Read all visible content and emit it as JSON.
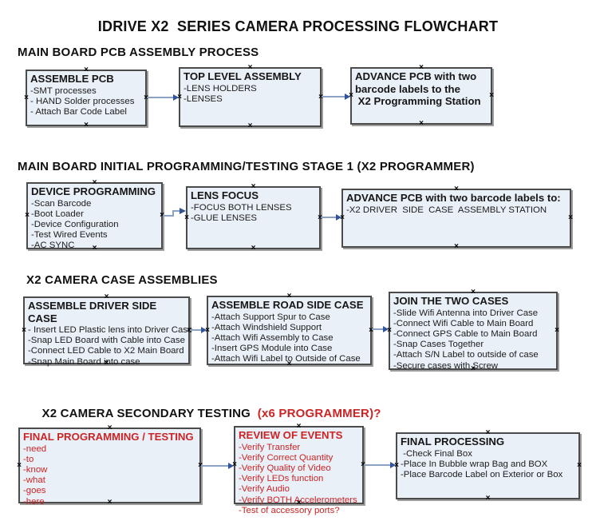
{
  "title": "IDRIVE X2  SERIES CAMERA PROCESSING FLOWCHART",
  "colors": {
    "box_fill": "#eaf0f8",
    "box_border": "#4b4b4b",
    "arrow_line": "#8ca2c4",
    "arrow_head": "#31549b",
    "red_text": "#cc2424",
    "black_text": "#111111"
  },
  "sections": [
    {
      "heading": "MAIN BOARD PCB ASSEMBLY PROCESS",
      "boxes": [
        {
          "title": "ASSEMBLE PCB",
          "items": [
            "-SMT processes",
            "- HAND Solder processes",
            "- Attach Bar Code Label"
          ]
        },
        {
          "title": "TOP LEVEL ASSEMBLY",
          "items": [
            "-LENS HOLDERS",
            "-LENSES"
          ]
        },
        {
          "title": "ADVANCE PCB with two\nbarcode labels to the\n X2 Programming Station",
          "items": []
        }
      ]
    },
    {
      "heading": "MAIN BOARD INITIAL PROGRAMMING/TESTING STAGE 1 (X2 PROGRAMMER)",
      "boxes": [
        {
          "title": "DEVICE PROGRAMMING",
          "items": [
            "-Scan Barcode",
            "-Boot Loader",
            "-Device Configuration",
            "-Test Wired Events",
            "-AC SYNC"
          ]
        },
        {
          "title": "LENS FOCUS",
          "items": [
            "-FOCUS BOTH LENSES",
            "-GLUE LENSES"
          ]
        },
        {
          "title": "ADVANCE PCB with two barcode labels to:",
          "items": [
            "-X2 DRIVER  SIDE  CASE  ASSEMBLY STATION"
          ]
        }
      ]
    },
    {
      "heading": "X2 CAMERA CASE ASSEMBLIES",
      "boxes": [
        {
          "title": "ASSEMBLE DRIVER SIDE CASE",
          "items": [
            "- Insert LED Plastic lens into Driver Case",
            "-Snap LED Board with Cable into Case",
            "-Connect LED Cable to X2 Main Board",
            "-Snap Main Board into case"
          ]
        },
        {
          "title": "ASSEMBLE ROAD SIDE CASE",
          "items": [
            "-Attach Support Spur to Case",
            "-Attach Windshield Support",
            "-Attach Wifi Assembly to Case",
            "-Insert GPS Module into Case",
            "-Attach Wifi Label to Outside of Case"
          ]
        },
        {
          "title": "JOIN THE TWO CASES",
          "items": [
            "-Slide Wifi Antenna into Driver Case",
            "-Connect Wifi Cable to Main Board",
            "-Connect GPS Cable to Main Board",
            "-Snap Cases Together",
            "-Attach S/N Label to outside of case",
            "-Secure cases with Screw"
          ]
        }
      ]
    },
    {
      "heading": "X2 CAMERA SECONDARY TESTING  ",
      "heading_red": "(x6 PROGRAMMER)?",
      "boxes": [
        {
          "title": "FINAL PROGRAMMING / TESTING",
          "items": [
            "-need",
            "-to",
            "-know",
            "-what",
            "-goes",
            "-here"
          ]
        },
        {
          "title": "REVIEW OF EVENTS",
          "items": [
            "-Verify Transfer",
            "-Verify Correct Quantity",
            "-Verify Quality of Video",
            "-Verify LEDs function",
            "-Verify Audio",
            "-Verify BOTH Accelerometers",
            "-Test of accessory ports?"
          ]
        },
        {
          "title": "FINAL PROCESSING",
          "items": [
            " -Check Final Box",
            "-Place In Bubble wrap Bag and BOX",
            "-Place Barcode Label on Exterior or Box"
          ]
        }
      ]
    }
  ]
}
